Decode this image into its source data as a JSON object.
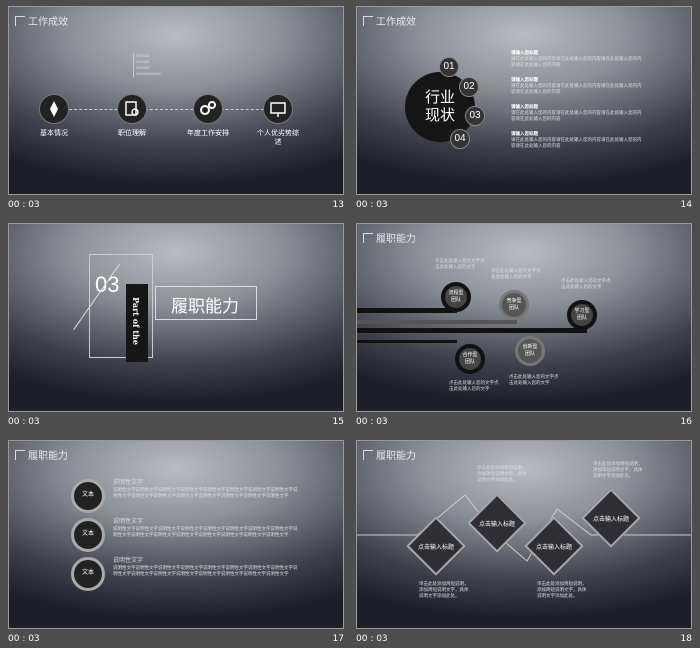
{
  "slides": [
    {
      "number": "13",
      "time": "00 : 03",
      "title": "工作成效",
      "sub_items": [
        "xxxxxx",
        "xxxxxx",
        "xxxxxx",
        "xxxxxxxxxxx"
      ],
      "nodes": [
        {
          "label": "基本情况",
          "icon": "pen-icon"
        },
        {
          "label": "职位理解",
          "icon": "search-doc-icon"
        },
        {
          "label": "年度工作安排",
          "icon": "gears-icon"
        },
        {
          "label": "个人优劣势综述",
          "icon": "presentation-icon"
        }
      ]
    },
    {
      "number": "14",
      "time": "00 : 03",
      "title": "工作成效",
      "center_text": "行业现状",
      "badges": [
        "01",
        "02",
        "03",
        "04"
      ],
      "items": [
        {
          "heading": "请输入您标题",
          "text": "请在此处输入您的内容请在此处输入您的内容请在此处输入您的内容请在此处输入您的内容"
        },
        {
          "heading": "请输入您标题",
          "text": "请在此处输入您的内容请在此处输入您的内容请在此处输入您的内容请在此处输入您的内容"
        },
        {
          "heading": "请输入您标题",
          "text": "请在此处输入您的内容请在此处输入您的内容请在此处输入您的内容请在此处输入您的内容"
        },
        {
          "heading": "请输入您标题",
          "text": "请在此处输入您的内容请在此处输入您的内容请在此处输入您的内容请在此处输入您的内容"
        }
      ]
    },
    {
      "number": "15",
      "time": "00 : 03",
      "section_number": "03",
      "part_label": "Part of the",
      "section_title": "履职能力"
    },
    {
      "number": "16",
      "time": "00 : 03",
      "title": "履职能力",
      "circles": [
        "流程型团队",
        "竞争型团队",
        "学习型团队",
        "创新型团队",
        "合作型团队"
      ],
      "notes": [
        "点击此处输入您的文字点击此处输入您的文字",
        "点击此处输入您的文字点击此处输入您的文字",
        "点击此处输入您的文字点击此处输入您的文字",
        "点击此处输入您的文字点击此处输入您的文字",
        "点击此处输入您的文字点击此处输入您的文字"
      ]
    },
    {
      "number": "17",
      "time": "00 : 03",
      "title": "履职能力",
      "rows": [
        {
          "badge": "文本",
          "heading": "说明性文字",
          "text": "说明性文字说明性文字说明性文字说明性文字说明性文字说明性文字说明性文字说明性文字说明性文字说明性文字说明性文字说明性文字说明性文字说明性文字说明性文字说明性文字"
        },
        {
          "badge": "文本",
          "heading": "说明性文字",
          "text": "说明性文字说明性文字说明性文字说明性文字说明性文字说明性文字说明性文字说明性文字说明性文字说明性文字说明性文字说明性文字说明性文字说明性文字说明性文字说明性文字"
        },
        {
          "badge": "文本",
          "heading": "说明性文字",
          "text": "说明性文字说明性文字说明性文字说明性文字说明性文字说明性文字说明性文字说明性文字说明性文字说明性文字说明性文字说明性文字说明性文字说明性文字说明性文字说明性文字"
        }
      ]
    },
    {
      "number": "18",
      "time": "00 : 03",
      "title": "履职能力",
      "diamonds": [
        "点击输入标题",
        "点击输入标题",
        "点击输入标题",
        "点击输入标题"
      ],
      "notes": [
        "单击此处添加简短说明，添加简短说明文字，具体说明文字添加此处。",
        "单击此处添加简短说明，添加简短说明文字，具体说明文字添加此处。",
        "单击此处添加简短说明，添加简短说明文字，具体说明文字添加此处。",
        "单击此处添加简短说明，添加简短说明文字，具体说明文字添加此处。"
      ]
    }
  ]
}
